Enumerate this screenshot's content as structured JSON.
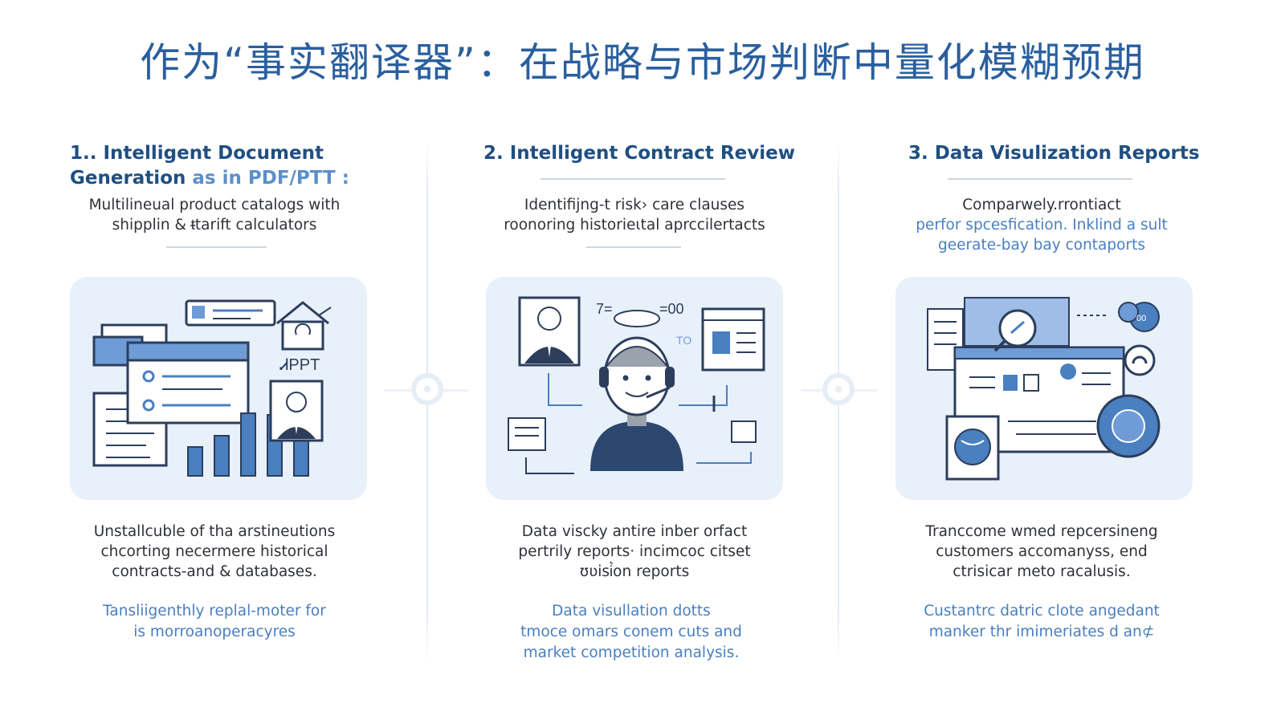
{
  "title": "作为“事实翻译器”：在战略与市场判断中量化模糊预期",
  "colors": {
    "title": "#2a5f9e",
    "heading": "#1f4f82",
    "accent": "#4a7fc0",
    "panel": "#e8f0fa"
  },
  "columns": [
    {
      "heading_line1": "1.. Intelligent Document",
      "heading_line2_dark": "Generation",
      "heading_line2_light": " as in PDF/PTT :",
      "intro": [
        "Multilineual product catalogs with",
        "shipplin & ᵵtarift calculators"
      ],
      "panel_label": "ᏗPPT",
      "body": [
        "Unstallcuble of tha arstineutions",
        "chcorting necermere historical",
        "contracts-and & databases."
      ],
      "blue": [
        "Tansliigenthly replal-moter for",
        "is morroanoperacyres"
      ],
      "icons": [
        "document-stack-icon",
        "house-refresh-icon",
        "bar-chart-icon",
        "businessman-portrait-icon"
      ]
    },
    {
      "heading_line1": "2. Intelligent Contract Review",
      "intro": [
        "Identifijng-t risk› care clauses",
        "roonoring historieιtal aprccilertacts"
      ],
      "panel_label_top_left": "7=",
      "panel_label_top_right": "=00",
      "panel_label_to": "TO",
      "body": [
        "Data viscky antire inber orfact",
        "pertrily reports· incimcoc citset",
        "ʊʋisi͛on reports"
      ],
      "blue": [
        "Data visullation dotts",
        "tmoce omars conem cuts and",
        "market competition analysis."
      ],
      "icons": [
        "reviewer-avatar-icon",
        "portrait-card-icon",
        "dashboard-window-icon",
        "flow-arrows-icon"
      ]
    },
    {
      "heading_line1": "3. Data Visulization Reports",
      "intro_dark": [
        "Comparwely.rrontiact"
      ],
      "intro_blue": [
        "perfor spcesfication. Inklind a sult",
        "geerate-bay bay contaports"
      ],
      "panel_label_badge": "00",
      "body": [
        "Tranccome wmed repcersineng",
        "customers accomanyss, end",
        "ctrisicar meto racalusis."
      ],
      "blue": [
        "Custantrc datric clote angedant",
        "manker thr imimeriates d an⊄"
      ],
      "icons": [
        "gear-icon",
        "globe-document-icon",
        "analytics-window-icon",
        "speedometer-icon",
        "search-icon"
      ]
    }
  ]
}
